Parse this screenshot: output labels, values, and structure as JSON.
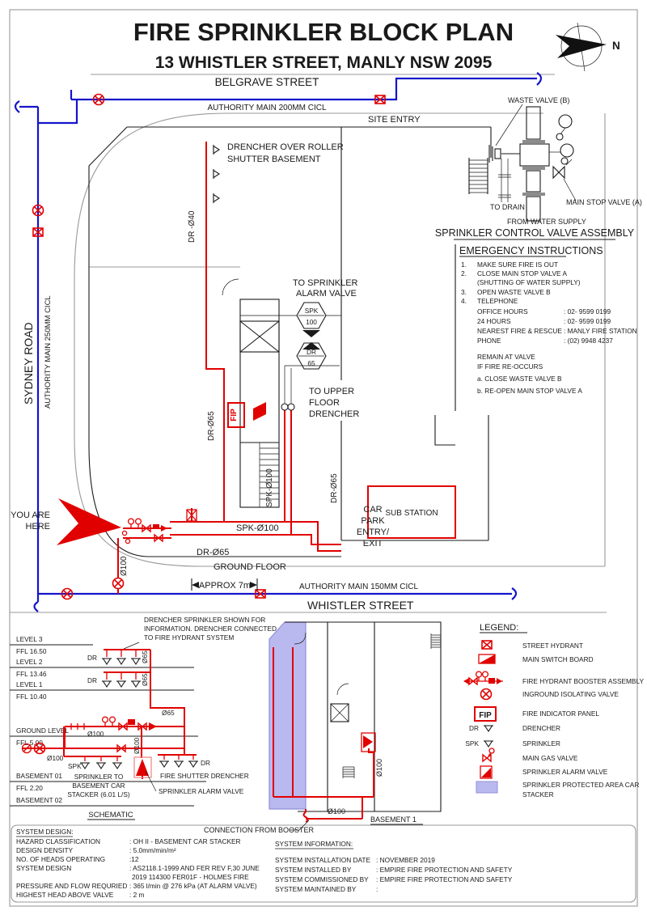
{
  "title": {
    "main": "FIRE SPRINKLER BLOCK PLAN",
    "subtitle": "13 WHISTLER STREET, MANLY NSW 2095"
  },
  "compass": {
    "north": "N"
  },
  "streets": {
    "belgrave": "BELGRAVE STREET",
    "authority_200": "AUTHORITY MAIN 200MM CICL",
    "site_entry": "SITE ENTRY",
    "sydney_road": "SYDNEY ROAD",
    "authority_250": "AUTHORITY MAIN 250MM CICL",
    "whistler": "WHISTLER STREET",
    "authority_150": "AUTHORITY MAIN 150MM CICL",
    "approx_7m": "APPROX 7m",
    "you_are_here_1": "YOU ARE",
    "you_are_here_2": "HERE"
  },
  "plan": {
    "drencher_note_1": "DRENCHER OVER ROLLER",
    "drencher_note_2": "SHUTTER BASEMENT",
    "dr_040": "DR -Ø40",
    "to_sprinkler_1": "TO SPRINKLER",
    "to_sprinkler_2": "ALARM VALVE",
    "hex_spk_label": "SPK",
    "hex_spk_size": "100",
    "hex_dr_label": "DR",
    "hex_dr_size": "65",
    "to_upper_1": "TO UPPER",
    "to_upper_2": "FLOOR",
    "to_upper_3": "DRENCHER",
    "fip": "FIP",
    "dr_065_core": "DR-Ø65",
    "spk_0100_stair": "SPK-Ø100",
    "spk_0100": "SPK-Ø100",
    "dr_065_carpark": "DR-Ø65",
    "dr_065": "DR-Ø65",
    "ground_floor": "GROUND FLOOR",
    "car_park_1": "CAR",
    "car_park_2": "PARK",
    "car_park_3": "ENTRY/",
    "car_park_4": "EXIT",
    "riser_0100": "Ø100",
    "sub_station": "SUB STATION"
  },
  "assembly": {
    "heading": "SPRINKLER CONTROL VALVE ASSEMBLY",
    "waste_valve": "WASTE  VALVE (B)",
    "to_drain": "TO DRAIN",
    "main_stop_valve": "MAIN STOP VALVE (A)",
    "from_water_supply": "FROM WATER SUPPLY"
  },
  "emergency": {
    "heading": "EMERGENCY INSTRUCTIONS",
    "items": [
      {
        "num": "1.",
        "text": "MAKE SURE FIRE IS OUT"
      },
      {
        "num": "2.",
        "text": "CLOSE MAIN STOP VALVE A"
      },
      {
        "num": "",
        "text": "(SHUTTING OF WATER SUPPLY)"
      },
      {
        "num": "3.",
        "text": "OPEN WASTE VALVE B"
      },
      {
        "num": "4.",
        "text": "TELEPHONE"
      }
    ],
    "phone": [
      {
        "label": "OFFICE HOURS",
        "value": ": 02- 9599 0199"
      },
      {
        "label": "24 HOURS",
        "value": ": 02- 9599 0199"
      },
      {
        "label": "NEAREST FIRE & RESCUE",
        "value": ": MANLY FIRE STATION"
      },
      {
        "label": "PHONE",
        "value": ": (02) 9948 4237"
      }
    ],
    "remain": "REMAIN AT VALVE",
    "reoccurs": "IF FIRE RE-OCCURS",
    "step_a": "a. CLOSE WASTE VALVE B",
    "step_b": "b. RE-OPEN MAIN STOP VALVE A"
  },
  "schematic": {
    "title": "SCHEMATIC",
    "note_1": "DRENCHER SPRINKLER SHOWN FOR",
    "note_2": "INFORMATION. DRENCHER CONNECTED",
    "note_3": "TO FIRE HYDRANT SYSTEM",
    "levels": [
      {
        "name": "LEVEL 3",
        "ffl": "FFL 16.50"
      },
      {
        "name": "LEVEL 2",
        "ffl": "FFL 13.46"
      },
      {
        "name": "LEVEL 1",
        "ffl": "FFL 10.40"
      },
      {
        "name": "GROUND LEVEL",
        "ffl": "FFL 5.00"
      },
      {
        "name": "BASEMENT 01",
        "ffl": "FFL 2.20"
      },
      {
        "name": "BASEMENT 02",
        "ffl": ""
      }
    ],
    "dr_l2": "DR",
    "dr_l1": "DR",
    "o65_l2": "Ø65",
    "o65_l1": "Ø65",
    "o65_riser": "Ø65",
    "o100_main": "Ø100",
    "o100_street": "Ø100",
    "o100_riser": "Ø100",
    "spk": "SPK",
    "dr_basement": "DR",
    "sprinkler_to_1": "SPRINKLER TO",
    "sprinkler_to_2": "BASEMENT CAR",
    "sprinkler_to_3": "STACKER (6.01 L/S)",
    "fire_shutter": "FIRE SHUTTER DRENCHER",
    "alarm_valve": "SPRINKLER ALARM VALVE"
  },
  "basement1": {
    "o100_pipe": "Ø100",
    "o100_connection": "Ø100",
    "label": "BASEMENT 1",
    "connection": "CONNECTION FROM BOOSTER"
  },
  "legend": {
    "heading": "LEGEND:",
    "dr_prefix": "DR",
    "spk_prefix": "SPK",
    "fip_text": "FIP",
    "items": [
      "STREET HYDRANT",
      "MAIN SWITCH BOARD",
      "FIRE HYDRANT BOOSTER ASSEMBLY",
      "INGROUND ISOLATING VALVE",
      "FIRE INDICATOR PANEL",
      "DRENCHER",
      "SPRINKLER",
      "MAIN GAS VALVE",
      "SPRINKLER ALARM VALVE",
      "SPRINKLER PROTECTED AREA CAR"
    ],
    "item_10_line2": "STACKER"
  },
  "system_design": {
    "heading": "SYSTEM DESIGN:",
    "rows": [
      {
        "label": "HAZARD CLASSIFICATION",
        "value": ": OH II - BASEMENT CAR STACKER"
      },
      {
        "label": "DESIGN DENSITY",
        "value": ": 5.0mm/min/m²"
      },
      {
        "label": "NO. OF HEADS OPERATING",
        "value": ":12"
      },
      {
        "label": "SYSTEM DESIGN",
        "value": ": AS2118.1-1999 AND FER REV F,30 JUNE"
      },
      {
        "label": "",
        "value": "2019 114300 FER01F - HOLMES FIRE"
      },
      {
        "label": "PRESSURE AND FLOW REQURIED",
        "value": ": 365 l/min @ 276 kPa (AT ALARM VALVE)"
      },
      {
        "label": "HIGHEST HEAD ABOVE VALVE",
        "value": ": 2 m"
      }
    ]
  },
  "system_information": {
    "heading": "SYSTEM INFORMATION:",
    "rows": [
      {
        "label": "SYSTEM INSTALLATION DATE",
        "value": ": NOVEMBER 2019"
      },
      {
        "label": "SYSTEM INSTALLED BY",
        "value": ": EMPIRE FIRE PROTECTION AND SAFETY"
      },
      {
        "label": "SYSTEM COMMISSIONED  BY",
        "value": ": EMPIRE FIRE PROTECTION AND SAFETY"
      },
      {
        "label": "SYSTEM MAINTAINED BY",
        "value": ":"
      }
    ]
  },
  "colors": {
    "pipe_red": "#e10000",
    "main_blue": "#1414cc",
    "stacker_fill": "#b9b9f0",
    "boundary_gray": "#999999"
  }
}
